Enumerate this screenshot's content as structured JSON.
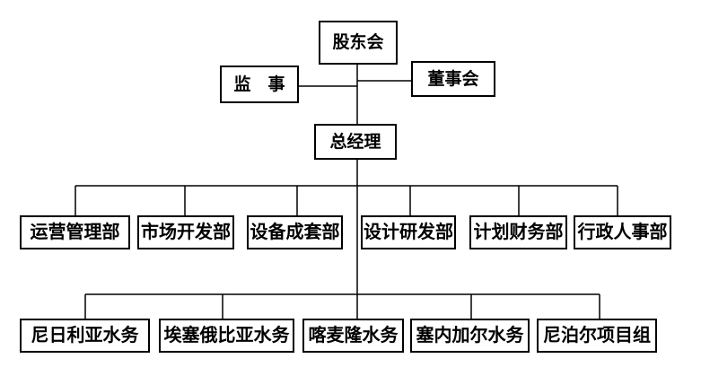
{
  "org_chart": {
    "title": "company-organization-chart",
    "colors": {
      "background": "#ffffff",
      "line": "#000000",
      "box_border": "#000000",
      "box_background": "#ffffff",
      "text": "#000000"
    },
    "level1": {
      "label": "股东会"
    },
    "level2": [
      {
        "label": "监　事"
      },
      {
        "label": "董事会"
      }
    ],
    "level3": {
      "label": "总经理"
    },
    "departments": [
      {
        "label": "运营管理部"
      },
      {
        "label": "市场开发部"
      },
      {
        "label": "设备成套部"
      },
      {
        "label": "设计研发部"
      },
      {
        "label": "计划财务部"
      },
      {
        "label": "行政人事部"
      }
    ],
    "projects": [
      {
        "label": "尼日利亚水务"
      },
      {
        "label": "埃塞俄比亚水务"
      },
      {
        "label": "喀麦隆水务"
      },
      {
        "label": "塞内加尔水务"
      },
      {
        "label": "尼泊尔项目组"
      }
    ]
  }
}
